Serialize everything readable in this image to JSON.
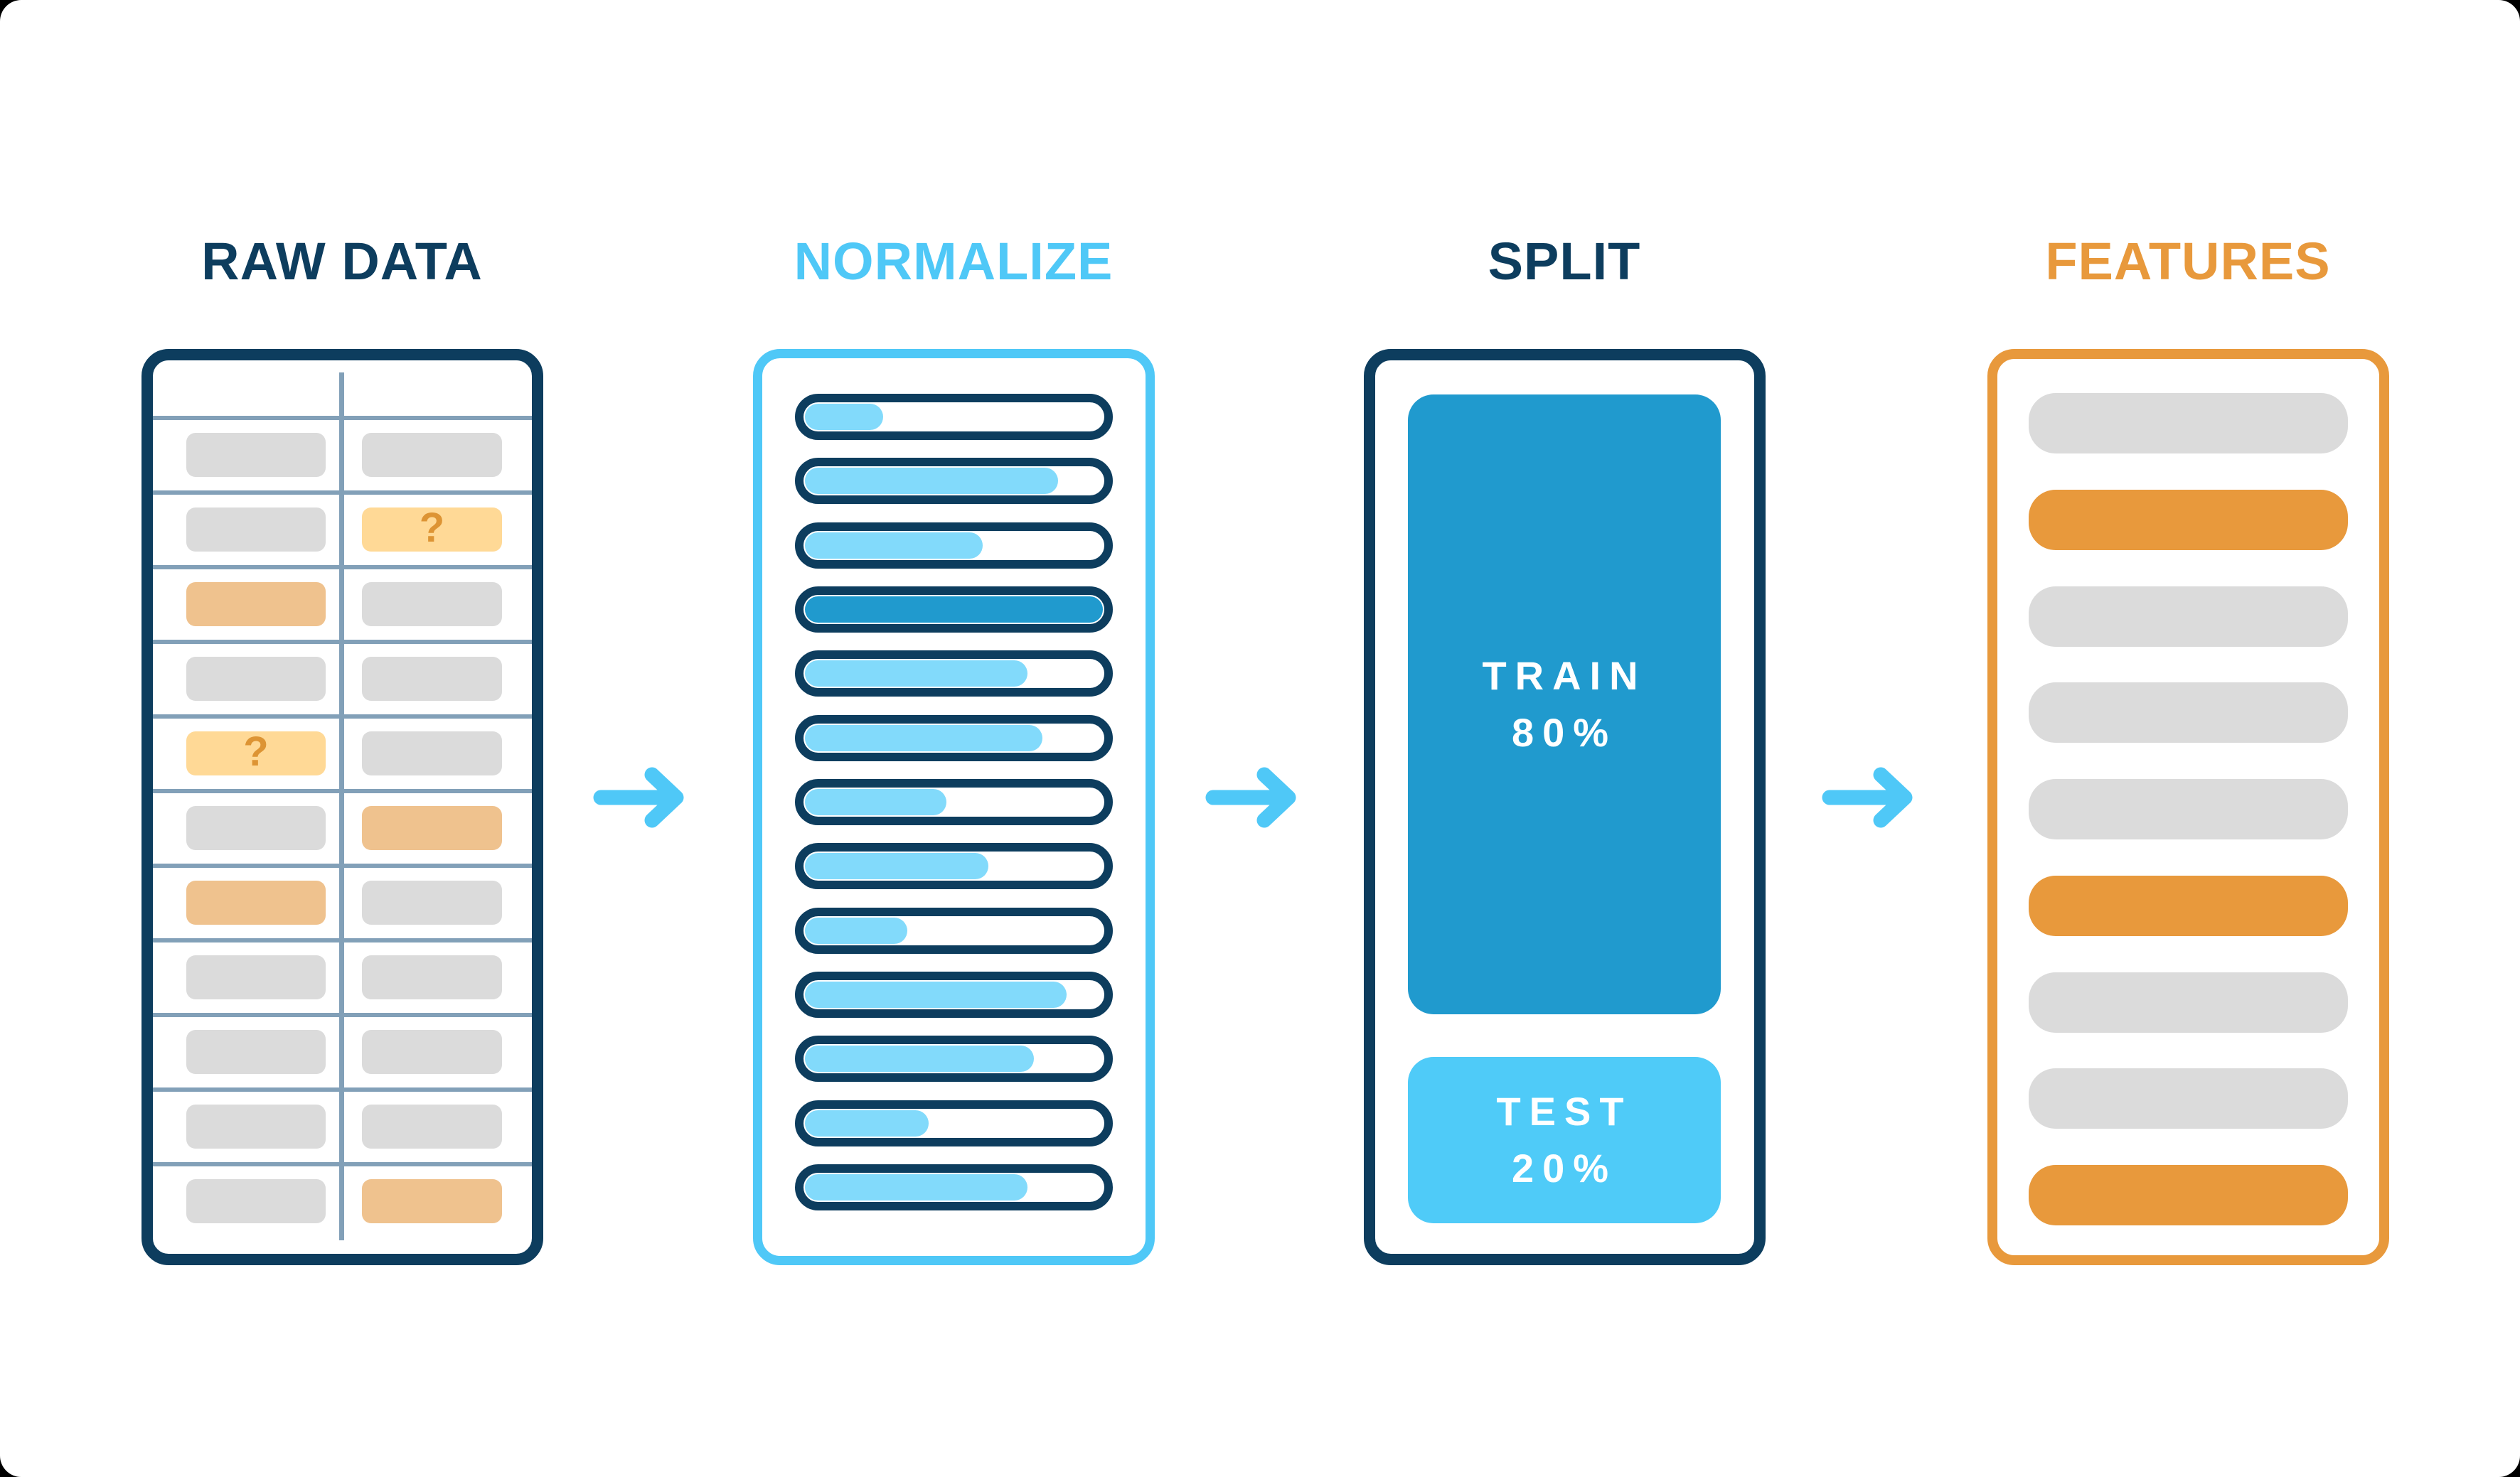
{
  "colors": {
    "page_bg": "#000000",
    "canvas_bg": "#ffffff",
    "navy": "#0d3d5e",
    "steel": "#82a0b8",
    "gray_cell": "#dbdbdb",
    "tan_cell": "#efc28e",
    "question_bg": "#ffd996",
    "question_fg": "#dd9434",
    "sky": "#4fc8f7",
    "sky_fill": "#82dafb",
    "train_blue": "#209ace",
    "test_blue": "#4fcbf8",
    "orange": "#e8993c",
    "white_text": "#ffffff"
  },
  "stages": {
    "raw_data": {
      "title": "RAW DATA",
      "question_mark": "?",
      "columns": 2,
      "rows": [
        [
          "gray",
          "gray"
        ],
        [
          "gray",
          "question"
        ],
        [
          "tan",
          "gray"
        ],
        [
          "gray",
          "gray"
        ],
        [
          "question",
          "gray"
        ],
        [
          "gray",
          "tan"
        ],
        [
          "tan",
          "gray"
        ],
        [
          "gray",
          "gray"
        ],
        [
          "gray",
          "gray"
        ],
        [
          "gray",
          "gray"
        ],
        [
          "gray",
          "tan"
        ]
      ]
    },
    "normalize": {
      "title": "NORMALIZE",
      "bars": [
        {
          "fill_percent": 27,
          "variant": "light"
        },
        {
          "fill_percent": 85,
          "variant": "light"
        },
        {
          "fill_percent": 60,
          "variant": "light"
        },
        {
          "fill_percent": 100,
          "variant": "dark"
        },
        {
          "fill_percent": 75,
          "variant": "light"
        },
        {
          "fill_percent": 80,
          "variant": "light"
        },
        {
          "fill_percent": 48,
          "variant": "light"
        },
        {
          "fill_percent": 62,
          "variant": "light"
        },
        {
          "fill_percent": 35,
          "variant": "light"
        },
        {
          "fill_percent": 88,
          "variant": "light"
        },
        {
          "fill_percent": 77,
          "variant": "light"
        },
        {
          "fill_percent": 42,
          "variant": "light"
        },
        {
          "fill_percent": 75,
          "variant": "light"
        }
      ]
    },
    "split": {
      "title": "SPLIT",
      "train": {
        "label": "TRAIN",
        "value": "80%"
      },
      "test": {
        "label": "TEST",
        "value": "20%"
      }
    },
    "features": {
      "title": "FEATURES",
      "bars": [
        "gray",
        "orange",
        "gray",
        "gray",
        "gray",
        "orange",
        "gray",
        "gray",
        "orange"
      ]
    }
  },
  "arrows": {
    "count": 3,
    "direction": "right",
    "color": "#4fc8f7"
  }
}
